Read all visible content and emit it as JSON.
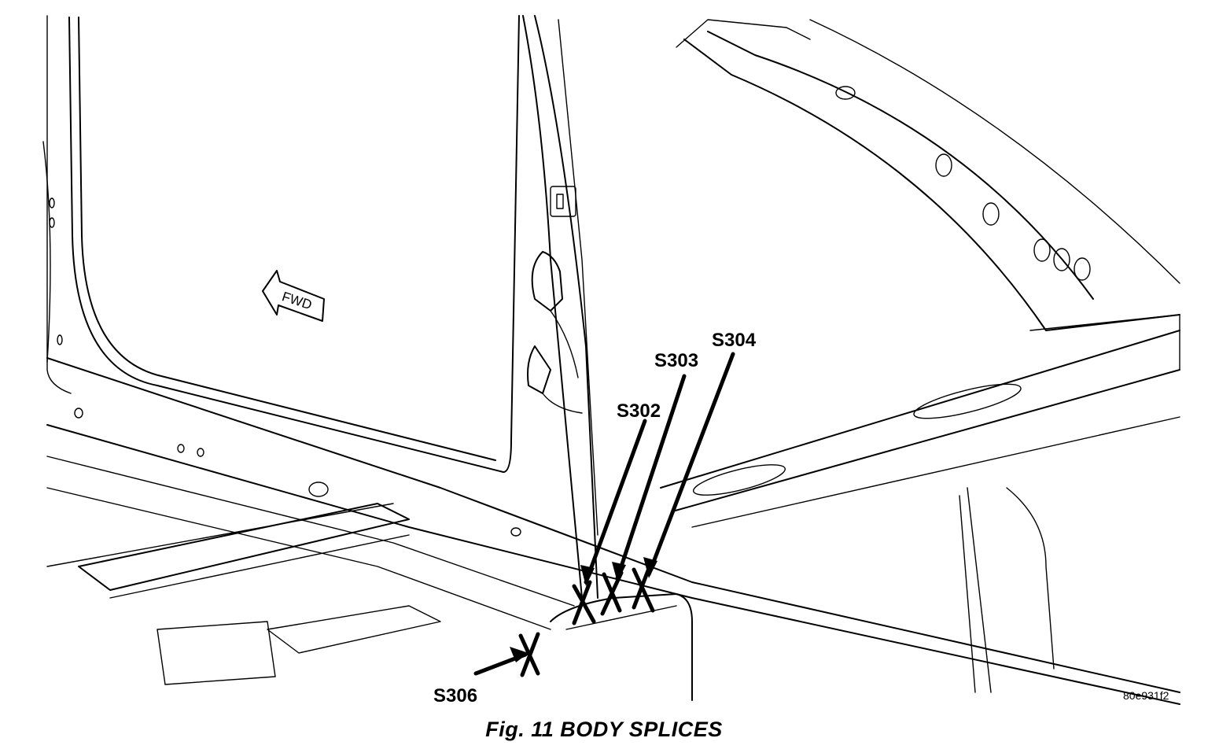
{
  "figure": {
    "caption": "Fig. 11 BODY SPLICES",
    "figure_code": "80e931f2",
    "direction_indicator": "FWD"
  },
  "callouts": [
    {
      "label": "S302"
    },
    {
      "label": "S303"
    },
    {
      "label": "S304"
    },
    {
      "label": "S306"
    }
  ]
}
